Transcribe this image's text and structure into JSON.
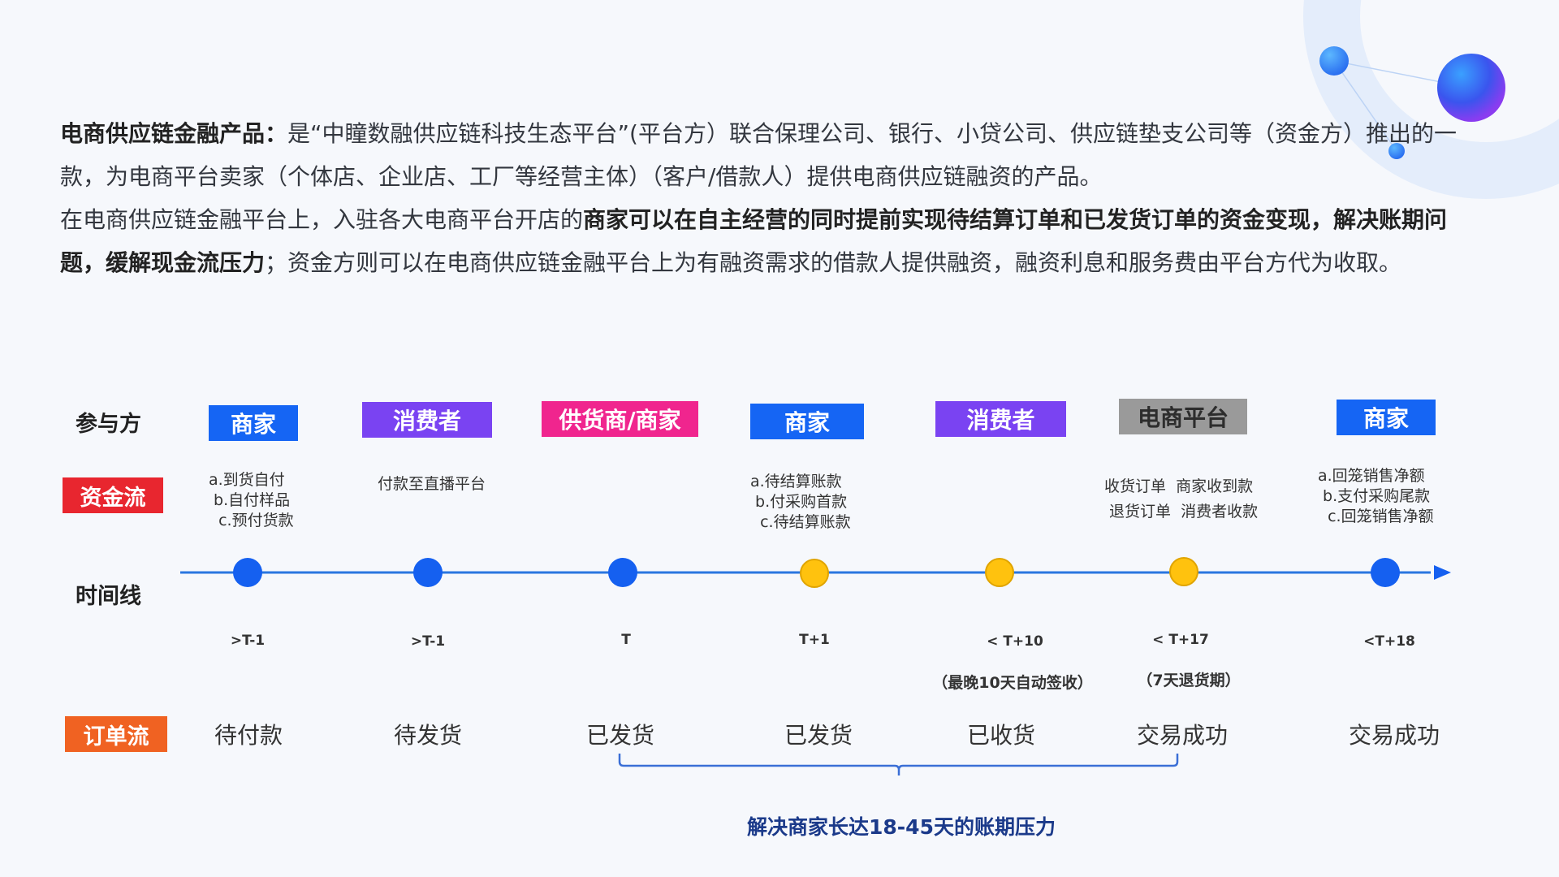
{
  "intro": {
    "p1_bold": "电商供应链金融产品：",
    "p1_text": "是“中瞳数融供应链科技生态平台”(平台方）联合保理公司、银行、小贷公司、供应链垫支公司等（资金方）推出的一款，为电商平台卖家（个体店、企业店、工厂等经营主体）（客户/借款人）提供电商供应链融资的产品。",
    "p2_text_a": "在电商供应链金融平台上，入驻各大电商平台开店的",
    "p2_bold": "商家可以在自主经营的同时提前实现待结算订单和已发货订单的资金变现，解决账期问题，缓解现金流压力",
    "p2_text_b": "；资金方则可以在电商供应链金融平台上为有融资需求的借款人提供融资，融资利息和服务费由平台方代为收取。"
  },
  "labels": {
    "participants": "参与方",
    "fund_flow": "资金流",
    "timeline": "时间线",
    "order_flow": "订单流"
  },
  "colors": {
    "fund_flow": "#e8262f",
    "order_flow": "#f06222",
    "blue": "#1565f4",
    "purple": "#7a43f2",
    "pink": "#f0258e",
    "gray": "#9a9a9a",
    "dot_blue": "#1560f0",
    "dot_yellow": "#ffc20e",
    "line": "#2a76e0",
    "brace": "#3b6fd6"
  },
  "parties": [
    {
      "label": "商家",
      "color": "#1565f4"
    },
    {
      "label": "消费者",
      "color": "#7a43f2"
    },
    {
      "label": "供货商/商家",
      "color": "#f0258e"
    },
    {
      "label": "商家",
      "color": "#1565f4"
    },
    {
      "label": "消费者",
      "color": "#7a43f2"
    },
    {
      "label": "电商平台",
      "color": "#9a9a9a"
    },
    {
      "label": "商家",
      "color": "#1565f4"
    }
  ],
  "fund": [
    {
      "line1": "a.到货自付",
      "line2": " b.自付样品",
      "line3": "  c.预付货款"
    },
    {
      "line1": "付款至直播平台",
      "line2": "",
      "line3": ""
    },
    {
      "line1": "",
      "line2": "",
      "line3": ""
    },
    {
      "line1": "a.待结算账款",
      "line2": " b.付采购首款",
      "line3": "  c.待结算账款"
    },
    {
      "line1": "",
      "line2": "",
      "line3": ""
    },
    {
      "line1": "收货订单  商家收到款",
      "line2": " 退货订单  消费者收款",
      "line3": ""
    },
    {
      "line1": "a.回笼销售净额",
      "line2": " b.支付采购尾款",
      "line3": "  c.回笼销售净额"
    }
  ],
  "ticks": [
    ">T-1",
    ">T-1",
    "T",
    "T+1",
    "< T+10",
    "< T+17",
    "<T+18"
  ],
  "notes": {
    "t10": "（最晚10天自动签收）",
    "t17": "（7天退货期）"
  },
  "dots": [
    "blue",
    "blue",
    "blue",
    "yellow",
    "yellow",
    "yellow",
    "blue"
  ],
  "statuses": [
    "待付款",
    "待发货",
    "已发货",
    "已发货",
    "已收货",
    "交易成功",
    "交易成功"
  ],
  "summary": "解决商家长达18-45天的账期压力"
}
